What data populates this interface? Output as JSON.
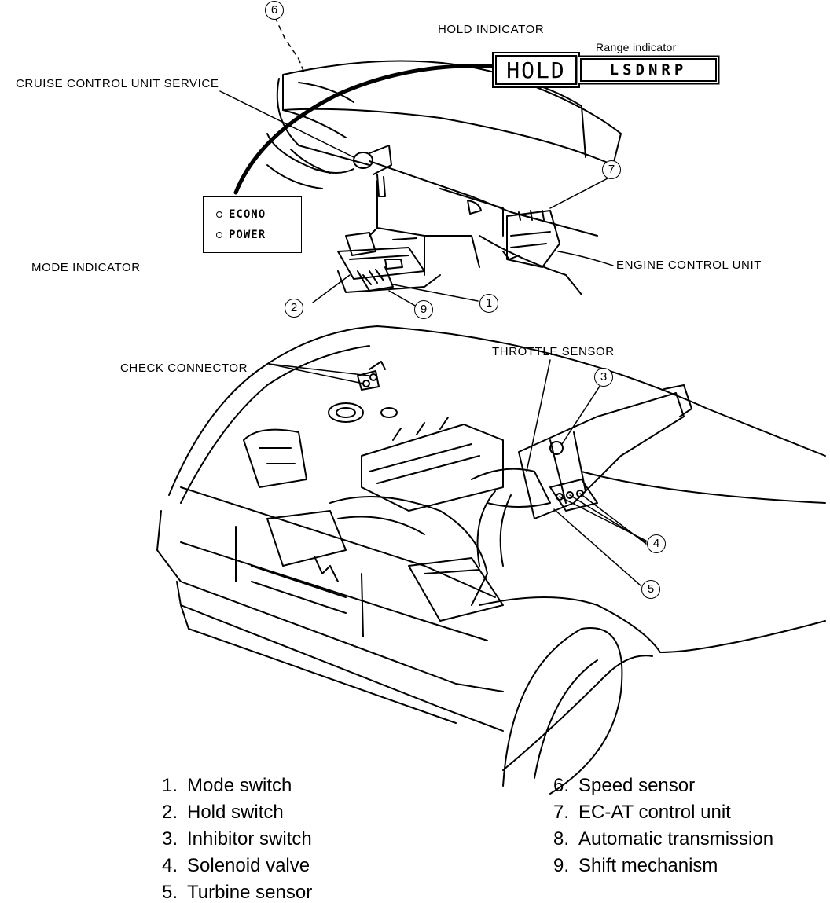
{
  "labels": {
    "hold_indicator": "HOLD INDICATOR",
    "range_indicator": "Range indicator",
    "cruise_control": "CRUISE CONTROL UNIT SERVICE",
    "mode_indicator": "MODE INDICATOR",
    "engine_control_unit": "ENGINE CONTROL UNIT",
    "throttle_sensor": "THROTTLE SENSOR",
    "check_connector": "CHECK CONNECTOR"
  },
  "indicators": {
    "hold_text": "HOLD",
    "range_text": "LSDNRP",
    "mode_options": [
      "ECONO",
      "POWER"
    ]
  },
  "callouts": [
    "1",
    "2",
    "3",
    "4",
    "5",
    "6",
    "7",
    "9"
  ],
  "legend": [
    {
      "num": "1.",
      "text": "Mode switch"
    },
    {
      "num": "2.",
      "text": "Hold switch"
    },
    {
      "num": "3.",
      "text": "Inhibitor switch"
    },
    {
      "num": "4.",
      "text": "Solenoid valve"
    },
    {
      "num": "5.",
      "text": "Turbine sensor"
    },
    {
      "num": "6.",
      "text": "Speed sensor"
    },
    {
      "num": "7.",
      "text": "EC-AT control unit"
    },
    {
      "num": "8.",
      "text": "Automatic transmission"
    },
    {
      "num": "9.",
      "text": "Shift mechanism"
    }
  ]
}
